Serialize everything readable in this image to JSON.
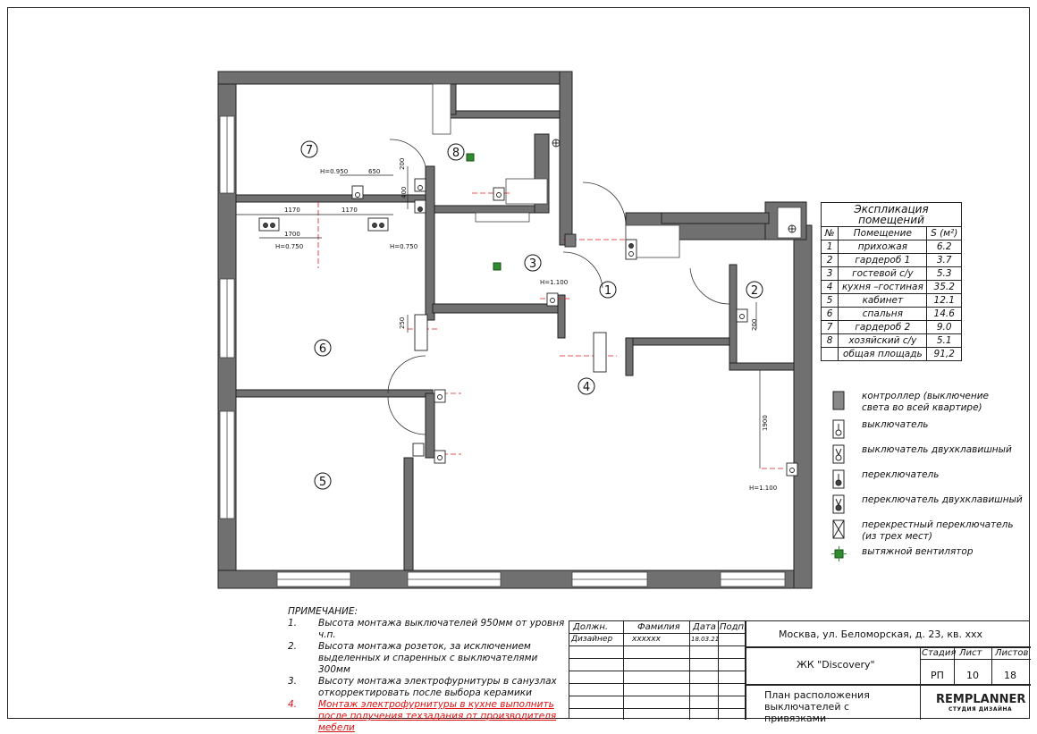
{
  "plan": {
    "rooms": [
      {
        "num": "7"
      },
      {
        "num": "8"
      },
      {
        "num": "3"
      },
      {
        "num": "1"
      },
      {
        "num": "2"
      },
      {
        "num": "6"
      },
      {
        "num": "4"
      },
      {
        "num": "5"
      }
    ],
    "dims": {
      "h0950": "H=0.950",
      "d650": "650",
      "d200a": "200",
      "d400": "400",
      "d1170a": "1170",
      "d1170b": "1170",
      "d1700": "1700",
      "h0750a": "H=0.750",
      "h0750b": "H=0.750",
      "h1100a": "H=1.100",
      "d250": "250",
      "d200b": "200",
      "d1900": "1900",
      "h1100b": "H=1.100"
    }
  },
  "explication": {
    "title": "Экспликация помещений",
    "headers": [
      "№",
      "Помещение",
      "S (м²)"
    ],
    "rows": [
      [
        "1",
        "прихожая",
        "6.2"
      ],
      [
        "2",
        "гардероб 1",
        "3.7"
      ],
      [
        "3",
        "гостевой с/у",
        "5.3"
      ],
      [
        "4",
        "кухня –гостиная",
        "35.2"
      ],
      [
        "5",
        "кабинет",
        "12.1"
      ],
      [
        "6",
        "спальня",
        "14.6"
      ],
      [
        "7",
        "гардероб 2",
        "9.0"
      ],
      [
        "8",
        "хозяйский с/у",
        "5.1"
      ]
    ],
    "total_label": "общая площадь",
    "total_value": "91,2"
  },
  "legend": [
    {
      "icon": "controller-icon",
      "text": "контроллер (выключение света во всей квартире)"
    },
    {
      "icon": "switch-icon",
      "text": "выключатель"
    },
    {
      "icon": "double-switch-icon",
      "text": "выключатель двухклавишный"
    },
    {
      "icon": "toggle-switch-icon",
      "text": "переключатель"
    },
    {
      "icon": "double-toggle-switch-icon",
      "text": "переключатель двухклавишный"
    },
    {
      "icon": "cross-switch-icon",
      "text": "перекрестный переключатель (из трех мест)"
    },
    {
      "icon": "exhaust-fan-icon",
      "text": "вытяжной вентилятор"
    }
  ],
  "notes": {
    "title": "ПРИМЕЧАНИЕ:",
    "items": [
      {
        "num": "1.",
        "text": "Высота монтажа выключателей 950мм от уровня ч.п."
      },
      {
        "num": "2.",
        "text": "Высота монтажа розеток, за исключением выделенных и спаренных с выключателями 300мм"
      },
      {
        "num": "3.",
        "text": "Высоту монтажа электрофурнитуры в санузлах откорректировать после выбора керамики"
      },
      {
        "num": "4.",
        "text": "Монтаж электрофурнитуры в кухне выполнить после получения техзадания от производителя мебели"
      }
    ],
    "accent": "#dd1111"
  },
  "stamp": {
    "h_position": "Должн.",
    "h_name": "Фамилия",
    "h_date": "Дата",
    "h_sign": "Подп.",
    "position": "Дизайнер",
    "name": "xxxxxx",
    "date": "18.03.21",
    "address": "Москва, ул. Беломорская, д. 23, кв. xxx",
    "project": "ЖК \"Discovery\"",
    "h_stage": "Стадия",
    "h_sheet": "Лист",
    "h_sheets": "Листов",
    "stage": "РП",
    "sheet": "10",
    "sheets": "18",
    "drawing": "План расположения выключателей с привязками",
    "logo_main": "REMPLANNER",
    "logo_sub": "СТУДИЯ ДИЗАЙНА"
  },
  "colors": {
    "wall": "#6e6e6e",
    "red": "#e01b1b",
    "fan": "#2e8b2e"
  }
}
